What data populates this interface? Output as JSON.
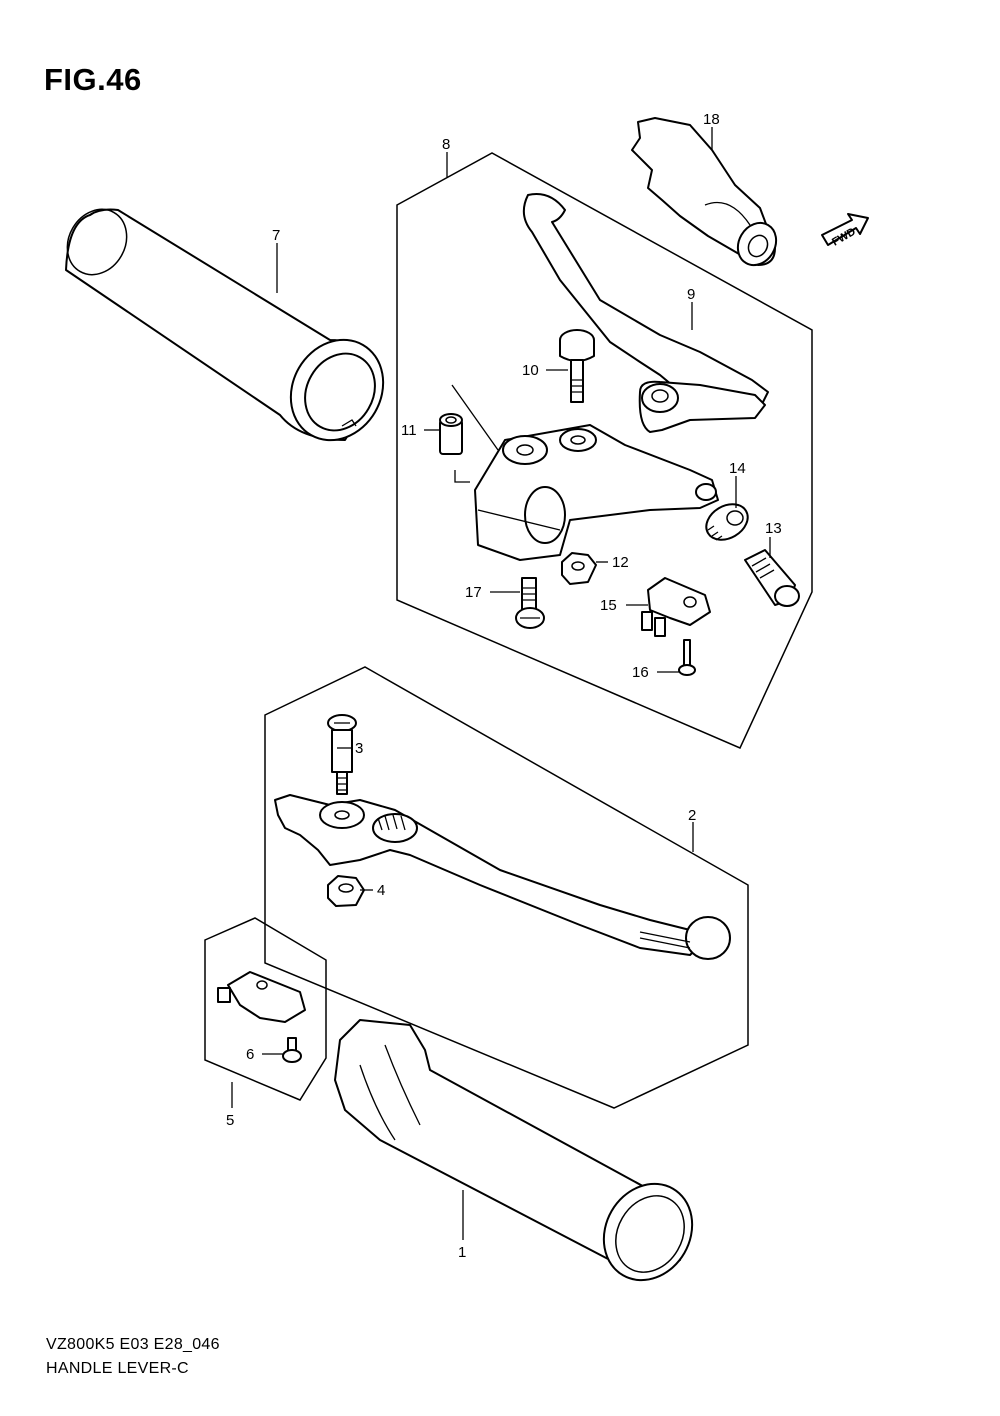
{
  "figure": {
    "title": "FIG.46",
    "model_code": "VZ800K5 E03 E28_046",
    "caption": "HANDLE LEVER-C",
    "direction_indicator": "FWD"
  },
  "callouts": {
    "p1": "1",
    "p2": "2",
    "p3": "3",
    "p4": "4",
    "p5": "5",
    "p6": "6",
    "p7": "7",
    "p8": "8",
    "p9": "9",
    "p10": "10",
    "p11": "11",
    "p12": "12",
    "p13": "13",
    "p14": "14",
    "p15": "15",
    "p16": "16",
    "p17": "17",
    "p18": "18"
  }
}
